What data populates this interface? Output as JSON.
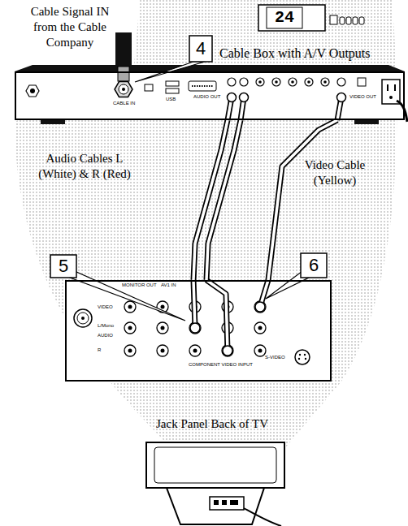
{
  "diagram": {
    "nodes": [
      {
        "text": [
          "Cable Box with A/V Outputs"
        ]
      },
      {
        "text": [
          "Jack Panel Back of TV"
        ]
      }
    ],
    "edges": [
      {
        "from": 0,
        "to": 1,
        "arrow": "none"
      },
      {
        "from": 0,
        "to": 1,
        "arrow": "none"
      },
      {
        "from": 0,
        "to": 1,
        "arrow": "none"
      }
    ],
    "labels": [
      "24",
      "Cable Signal IN from the Cable Company",
      "4",
      "CABLE IN",
      "USB",
      "AUDIO OUT",
      "VIDEO OUT",
      "Audio Cables L (White) & R (Red)",
      "Video Cable (Yellow)",
      "5",
      "6",
      "MONITOR OUT",
      "AV1 IN",
      "VIDEO",
      "L/Mono",
      "AUDIO",
      "R",
      "COMPONENT VIDEO INPUT",
      "S-VIDEO"
    ]
  }
}
